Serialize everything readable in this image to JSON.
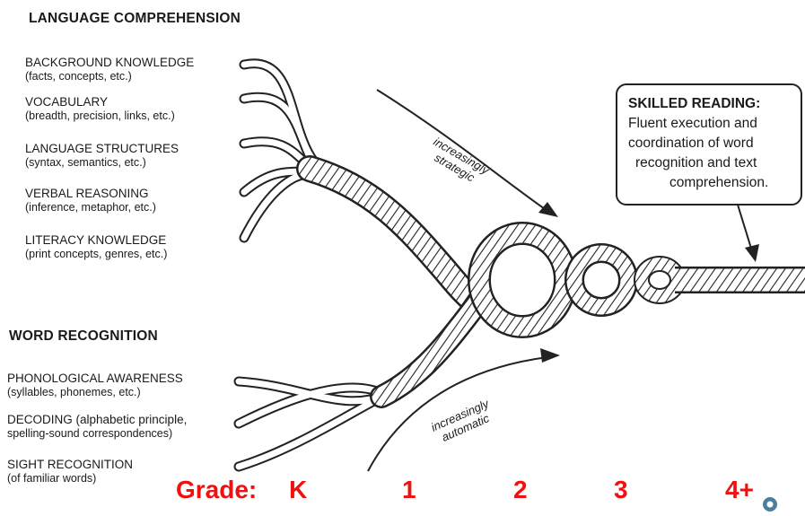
{
  "diagram": {
    "language_comprehension": {
      "title": "LANGUAGE COMPREHENSION",
      "items": [
        {
          "name": "BACKGROUND KNOWLEDGE",
          "detail": "(facts, concepts, etc.)"
        },
        {
          "name": "VOCABULARY",
          "detail": "(breadth, precision, links, etc.)"
        },
        {
          "name": "LANGUAGE STRUCTURES",
          "detail": "(syntax, semantics, etc.)"
        },
        {
          "name": "VERBAL REASONING",
          "detail": "(inference, metaphor, etc.)"
        },
        {
          "name": "LITERACY KNOWLEDGE",
          "detail": "(print concepts, genres, etc.)"
        }
      ],
      "arrow_label_line1": "increasingly",
      "arrow_label_line2": "strategic"
    },
    "word_recognition": {
      "title": "WORD RECOGNITION",
      "items": [
        {
          "name": "PHONOLOGICAL AWARENESS",
          "detail": "(syllables, phonemes, etc.)"
        },
        {
          "name": "DECODING (alphabetic principle,",
          "detail": "spelling-sound correspondences)"
        },
        {
          "name": "SIGHT RECOGNITION",
          "detail": "(of familiar words)"
        }
      ],
      "arrow_label_line1": "increasingly",
      "arrow_label_line2": "automatic"
    },
    "skilled_reading": {
      "title": "SKILLED READING:",
      "lines": [
        "Fluent execution and",
        "coordination of word",
        "recognition and text",
        "comprehension."
      ]
    },
    "grades": {
      "label": "Grade:",
      "values": [
        "K",
        "1",
        "2",
        "3",
        "4+"
      ],
      "color": "#ee1111"
    }
  }
}
